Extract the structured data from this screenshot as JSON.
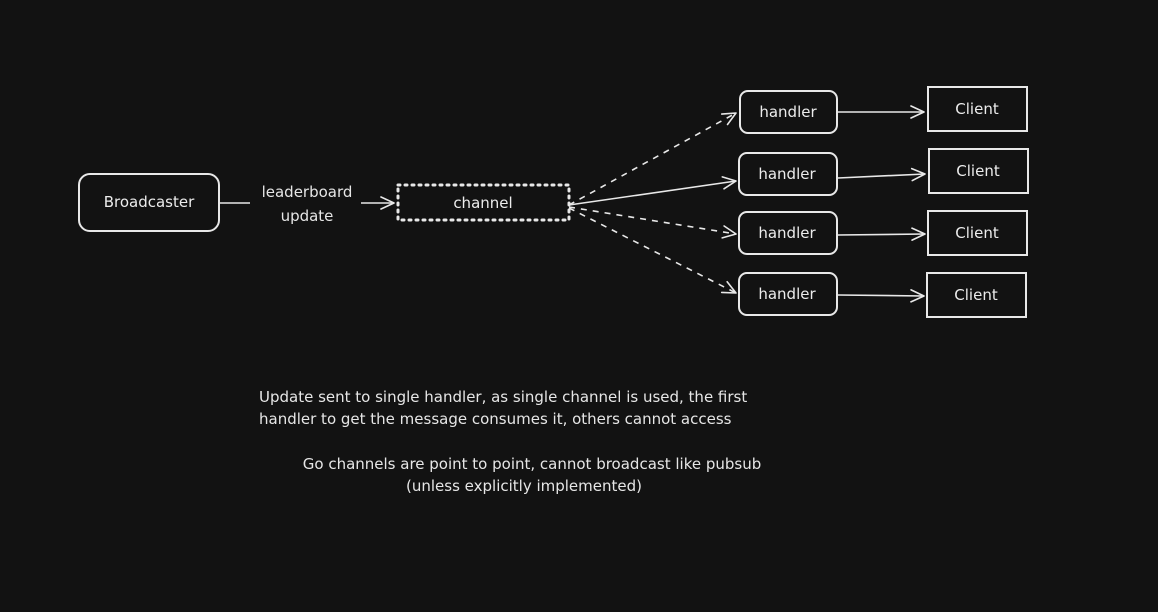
{
  "colors": {
    "background": "#121212",
    "stroke": "#e8e8e8",
    "text": "#e8e8e8"
  },
  "nodes": {
    "broadcaster": "Broadcaster",
    "channel": "channel",
    "handlers": [
      "handler",
      "handler",
      "handler",
      "handler"
    ],
    "clients": [
      "Client",
      "Client",
      "Client",
      "Client"
    ]
  },
  "edges": {
    "broadcaster_to_channel_label": [
      "leaderboard",
      "update"
    ],
    "channel_to_handlers_style": [
      "dashed",
      "solid",
      "dashed",
      "dashed"
    ]
  },
  "notes": {
    "paragraph_1": [
      "Update sent to single handler, as single channel is used, the first",
      "handler to get the message consumes it, others cannot access"
    ],
    "paragraph_2": [
      "Go channels are point to point, cannot broadcast like pubsub",
      "(unless explicitly implemented)"
    ]
  }
}
